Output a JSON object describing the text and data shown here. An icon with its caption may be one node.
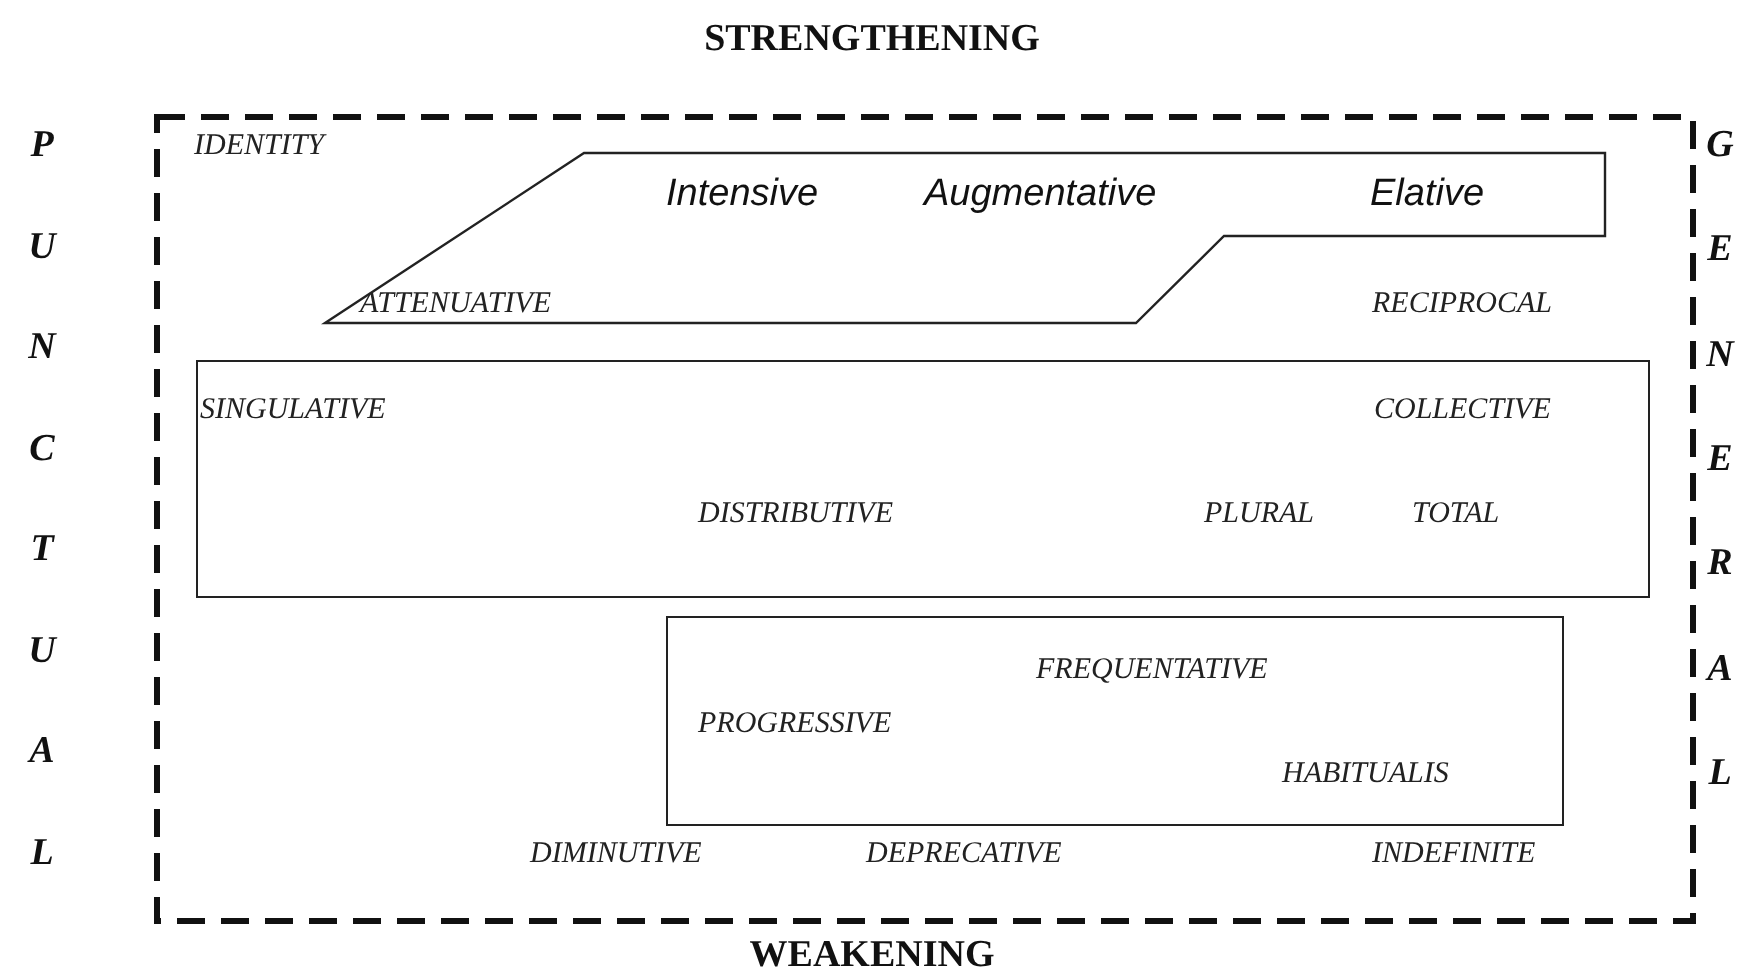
{
  "diagram": {
    "nodes": [
      {
        "text": [
          "IDENTITY",
          "RECIPROCAL",
          "DIMINUTIVE",
          "DEPRECATIVE",
          "INDEFINITE"
        ]
      },
      {
        "text": [
          "Intensive",
          "Augmentative",
          "Elative",
          "ATTENUATIVE"
        ],
        "in": 0
      },
      {
        "text": [
          "SINGULATIVE",
          "COLLECTIVE",
          "DISTRIBUTIVE",
          "PLURAL",
          "TOTAL"
        ],
        "in": 0
      },
      {
        "text": [
          "FREQUENTATIVE",
          "PROGRESSIVE",
          "HABITUALIS"
        ],
        "in": 0
      }
    ],
    "labels": [
      "STRENGTHENING",
      "PUNCTUAL",
      "GENERAL",
      "WEAKENING"
    ]
  }
}
